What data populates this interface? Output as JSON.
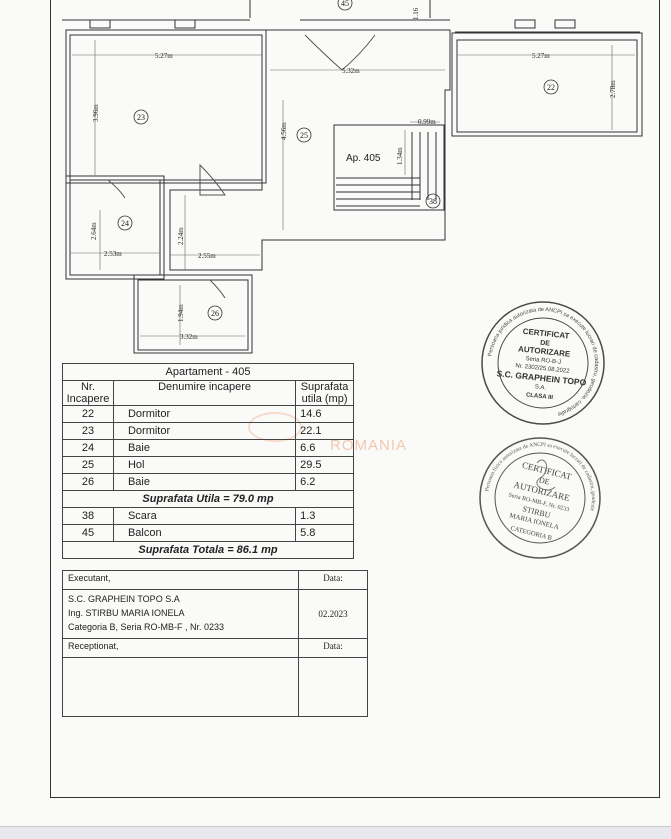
{
  "plan": {
    "apartment_label": "Ap. 405",
    "rooms": {
      "r22": "22",
      "r23": "23",
      "r24": "24",
      "r25": "25",
      "r26": "26",
      "r38": "38",
      "r45": "45"
    },
    "dims": {
      "d1": "5.27m",
      "d2": "5.32m",
      "d3": "5.27m",
      "d4": "2.78m",
      "d5": "3.96m",
      "d6": "4.56m",
      "d7": "0.99m",
      "d8": "1.34m",
      "d9": "2.64m",
      "d10": "2.53m",
      "d11": "2.24m",
      "d12": "2.55m",
      "d13": "1.94m",
      "d14": "3.32m",
      "d15": "1.16"
    }
  },
  "table": {
    "title": "Apartament - 405",
    "col_nr": "Nr. Incapere",
    "col_name": "Denumire incapere",
    "col_area": "Suprafata utila (mp)",
    "rows": [
      {
        "nr": "22",
        "name": "Dormitor",
        "area": "14.6"
      },
      {
        "nr": "23",
        "name": "Dormitor",
        "area": "22.1"
      },
      {
        "nr": "24",
        "name": "Baie",
        "area": "6.6"
      },
      {
        "nr": "25",
        "name": "Hol",
        "area": "29.5"
      },
      {
        "nr": "26",
        "name": "Baie",
        "area": "6.2"
      }
    ],
    "useful_total": "Suprafata Utila = 79.0 mp",
    "extra_rows": [
      {
        "nr": "38",
        "name": "Scara",
        "area": "1.3"
      },
      {
        "nr": "45",
        "name": "Balcon",
        "area": "5.8"
      }
    ],
    "grand_total": "Suprafata Totala = 86.1 mp"
  },
  "executant": {
    "label": "Executant,",
    "date_label": "Data:",
    "company": "S.C. GRAPHEIN TOPO S.A",
    "engineer": "Ing. STIRBU MARIA IONELA",
    "category": "Categoria B, Seria RO-MB-F , Nr. 0233",
    "date": "02.2023"
  },
  "receptionat": {
    "label": "Receptionat,",
    "date_label": "Data:"
  },
  "watermark": "ROMANIA",
  "stamps": {
    "company_stamp": {
      "ring_text": "Persoana juridica autorizata de ANCPI sa execute lucrari de cadastru, geodezie, cartografie",
      "line1": "CERTIFICAT",
      "line2": "DE",
      "line3": "AUTORIZARE",
      "line4": "Seria RO-B-J",
      "line5": "Nr. 2302/25.08.2022",
      "line6": "S.C. GRAPHEIN TOPO",
      "line7": "S.A.",
      "line8": "CLASA III"
    },
    "person_stamp": {
      "ring_text": "Persoana fizica autorizata de ANCPI sa execute lucrari de cadastru, geodezie",
      "line1": "CERTIFICAT",
      "line2": "DE",
      "line3": "AUTORIZARE",
      "line4": "Seria RO-MB-F, Nr. 0233",
      "line5": "STIRBU",
      "line6": "MARIA IONELA",
      "line7": "CATEGORIA B"
    }
  }
}
